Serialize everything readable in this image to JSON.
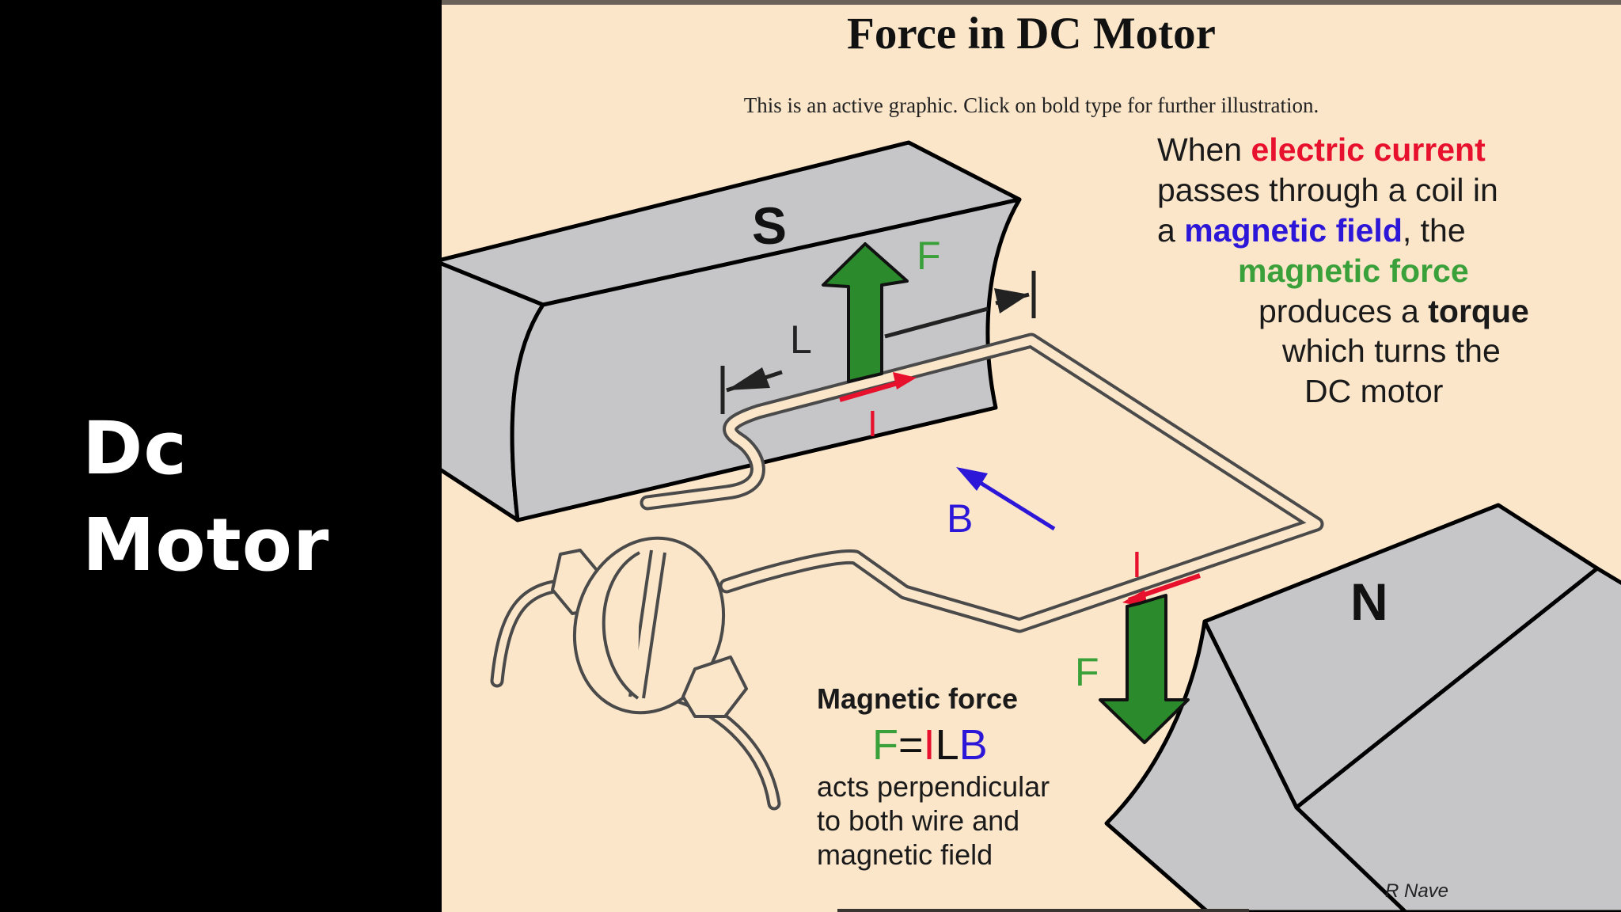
{
  "slide_title": [
    "Dc",
    "Motor"
  ],
  "diagram": {
    "title": "Force in DC Motor",
    "note": "This is an active graphic. Click on bold type for further illustration.",
    "description": {
      "l1a": "When ",
      "l1b": "electric current",
      "l2": "passes through a  coil in",
      "l3a": "a ",
      "l3b": "magnetic field",
      "l3c": ", the",
      "l4": "magnetic force",
      "l5a": "produces a ",
      "l5b": "torque",
      "l6": "which turns the",
      "l7": "DC motor"
    },
    "labels": {
      "south_pole": "S",
      "north_pole": "N",
      "force_top": "F",
      "force_bottom": "F",
      "length": "L",
      "current_top": "I",
      "current_bottom": "I",
      "field": "B"
    },
    "formula_heading": "Magnetic force",
    "formula": {
      "f": "F",
      "eq": "=",
      "i": "I",
      "l": "L",
      "b": "B"
    },
    "explanation": [
      "acts perpendicular",
      "to both wire and",
      "magnetic field"
    ],
    "credit": "R Nave"
  },
  "colors": {
    "background": "#fbe6ca",
    "magnet": "#c6c6c8",
    "force_arrow": "#2b8a2b",
    "current": "#e8112d",
    "field": "#2c17d9"
  }
}
